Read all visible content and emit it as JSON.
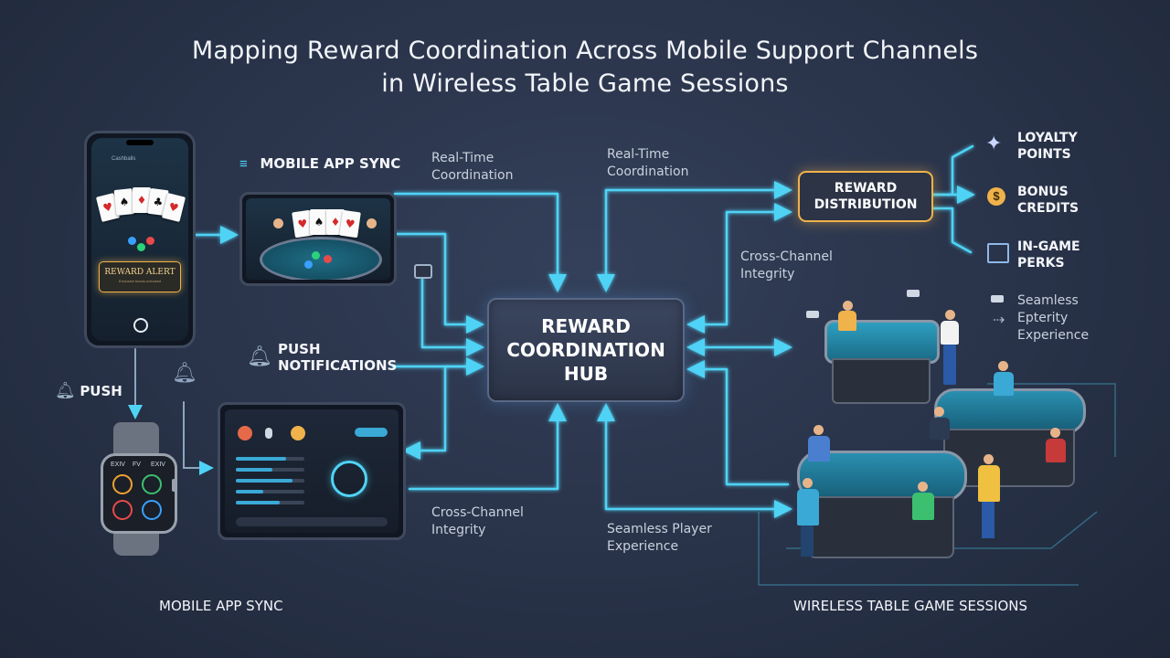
{
  "title": {
    "line1": "Mapping Reward Coordination Across Mobile Support Channels",
    "line2": "in Wireless Table Game Sessions"
  },
  "hub": {
    "line1": "REWARD",
    "line2": "COORDINATION",
    "line3": "HUB"
  },
  "distribution": {
    "line1": "REWARD",
    "line2": "DISTRIBUTION"
  },
  "rewards": [
    {
      "line1": "LOYALTY",
      "line2": "POINTS",
      "icon": "sparkle-icon"
    },
    {
      "line1": "BONUS",
      "line2": "CREDITS",
      "icon": "coin-icon"
    },
    {
      "line1": "IN-GAME",
      "line2": "PERKS",
      "icon": "gift-icon"
    }
  ],
  "channels": {
    "mobile_app_sync": "MOBILE APP SYNC",
    "push_notifications_1": "PUSH",
    "push_notifications_2": "NOTIFICATIONS",
    "push": "PUSH"
  },
  "flow_labels": {
    "real_time_left": [
      "Real-Time",
      "Coordination"
    ],
    "real_time_right": [
      "Real-Time",
      "Coordination"
    ],
    "cross_channel_right": [
      "Cross-Channel",
      "Integrity"
    ],
    "cross_channel_bottom": [
      "Cross-Channel",
      "Integrity"
    ],
    "seamless_bottom": [
      "Seamless Player",
      "Experience"
    ],
    "seamless_right": [
      "Seamless",
      "Epterity",
      "Experience"
    ]
  },
  "phone": {
    "status": "Cashballs",
    "alert": "REWARD ALERT",
    "alert_sub": "Exclusive bonus unlocked"
  },
  "watch": {
    "labels": [
      "EXIV",
      "FV",
      "EXIV"
    ]
  },
  "section_labels": {
    "bottom_left": "MOBILE APP SYNC",
    "bottom_right": "WIRELESS TABLE GAME SESSIONS"
  },
  "colors": {
    "background": "#283248",
    "flow": "#4fd3f5",
    "distribution_border": "#f0b24a",
    "hub_border": "#5a6886"
  }
}
